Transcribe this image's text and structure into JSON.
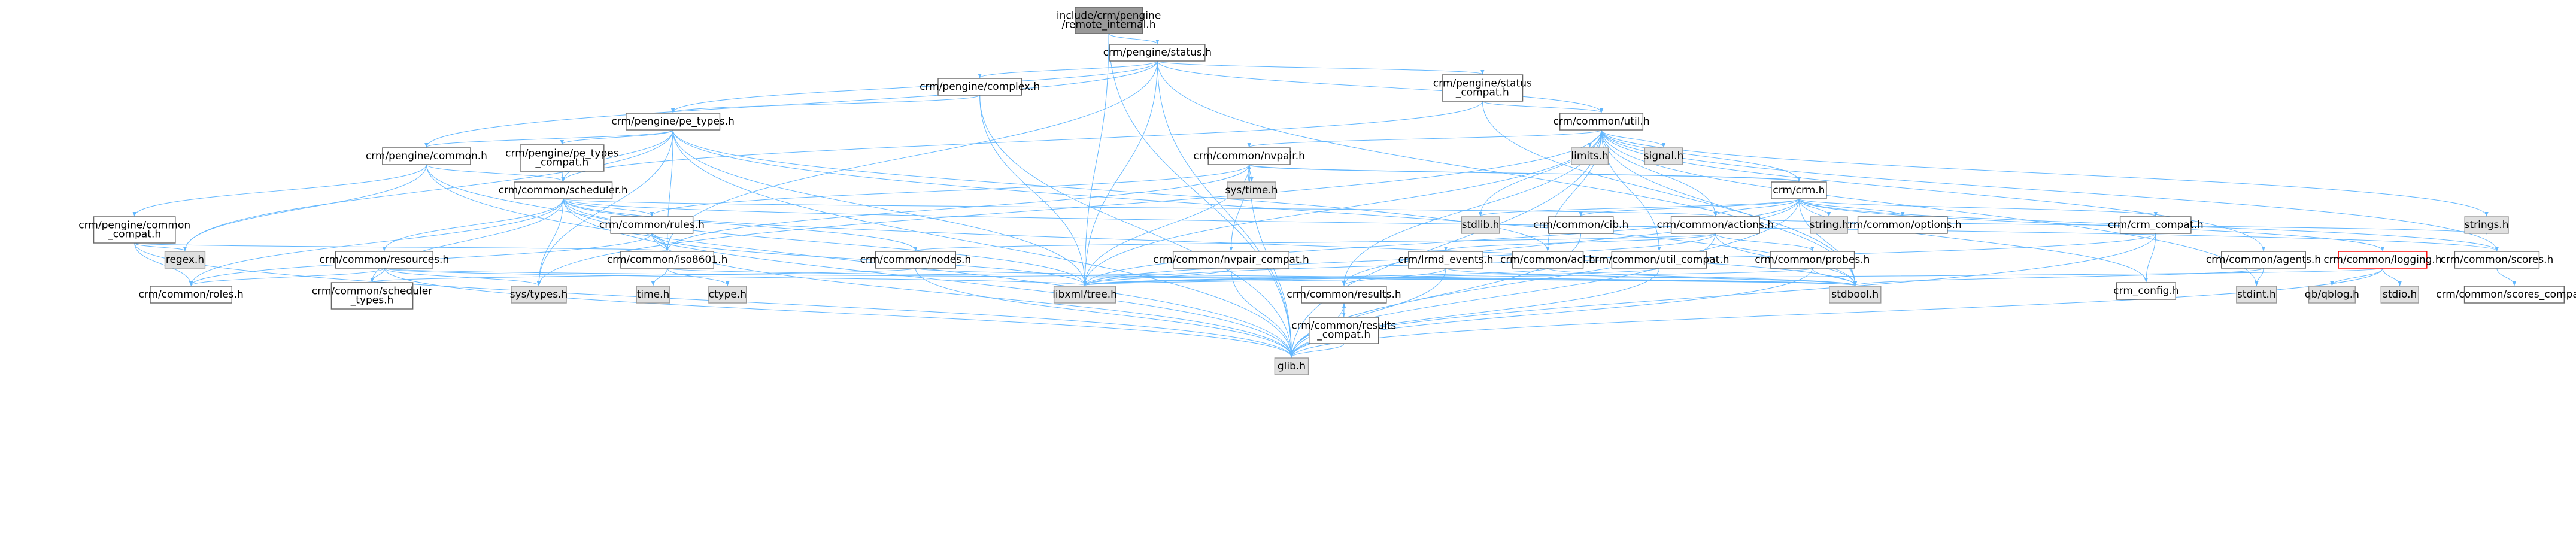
{
  "colors": {
    "edge": "#63b8ff",
    "border": "#666666",
    "root_fill": "#999999",
    "root_border": "#666666",
    "node_fill": "#ffffff",
    "external_fill": "#e0e0e0",
    "external_border": "#999999",
    "highlight_text": "#000000",
    "missing_border": "#ff0000"
  },
  "diagram": {
    "type": "include-dependency-graph",
    "nodes": [
      {
        "id": "root",
        "lines": [
          "include/crm/pengine",
          "/remote_internal.h"
        ],
        "kind": "root"
      },
      {
        "id": "status",
        "lines": [
          "crm/pengine/status.h"
        ],
        "kind": "file"
      },
      {
        "id": "complex",
        "lines": [
          "crm/pengine/complex.h"
        ],
        "kind": "file"
      },
      {
        "id": "status_compat",
        "lines": [
          "crm/pengine/status",
          "_compat.h"
        ],
        "kind": "file"
      },
      {
        "id": "pe_types",
        "lines": [
          "crm/pengine/pe_types.h"
        ],
        "kind": "file"
      },
      {
        "id": "util",
        "lines": [
          "crm/common/util.h"
        ],
        "kind": "file"
      },
      {
        "id": "pe_common",
        "lines": [
          "crm/pengine/common.h"
        ],
        "kind": "file"
      },
      {
        "id": "pe_types_compat",
        "lines": [
          "crm/pengine/pe_types",
          "_compat.h"
        ],
        "kind": "file"
      },
      {
        "id": "scheduler",
        "lines": [
          "crm/common/scheduler.h"
        ],
        "kind": "file"
      },
      {
        "id": "pe_common_compat",
        "lines": [
          "crm/pengine/common",
          "_compat.h"
        ],
        "kind": "file"
      },
      {
        "id": "nvpair",
        "lines": [
          "crm/common/nvpair.h"
        ],
        "kind": "file"
      },
      {
        "id": "crm",
        "lines": [
          "crm/crm.h"
        ],
        "kind": "file"
      },
      {
        "id": "rules",
        "lines": [
          "crm/common/rules.h"
        ],
        "kind": "file"
      },
      {
        "id": "actions",
        "lines": [
          "crm/common/actions.h"
        ],
        "kind": "file"
      },
      {
        "id": "cib",
        "lines": [
          "crm/common/cib.h"
        ],
        "kind": "file"
      },
      {
        "id": "options",
        "lines": [
          "crm/common/options.h"
        ],
        "kind": "file"
      },
      {
        "id": "crm_compat",
        "lines": [
          "crm/crm_compat.h"
        ],
        "kind": "file"
      },
      {
        "id": "resources",
        "lines": [
          "crm/common/resources.h"
        ],
        "kind": "file"
      },
      {
        "id": "iso8601",
        "lines": [
          "crm/common/iso8601.h"
        ],
        "kind": "file"
      },
      {
        "id": "nodes",
        "lines": [
          "crm/common/nodes.h"
        ],
        "kind": "file"
      },
      {
        "id": "nvpair_compat",
        "lines": [
          "crm/common/nvpair_compat.h"
        ],
        "kind": "file"
      },
      {
        "id": "lrmd_events",
        "lines": [
          "crm/lrmd_events.h"
        ],
        "kind": "file"
      },
      {
        "id": "acl",
        "lines": [
          "crm/common/acl.h"
        ],
        "kind": "file"
      },
      {
        "id": "util_compat",
        "lines": [
          "crm/common/util_compat.h"
        ],
        "kind": "file"
      },
      {
        "id": "probes",
        "lines": [
          "crm/common/probes.h"
        ],
        "kind": "file"
      },
      {
        "id": "agents",
        "lines": [
          "crm/common/agents.h"
        ],
        "kind": "file"
      },
      {
        "id": "logging",
        "lines": [
          "crm/common/logging.h"
        ],
        "kind": "missing"
      },
      {
        "id": "scores",
        "lines": [
          "crm/common/scores.h"
        ],
        "kind": "file"
      },
      {
        "id": "crm_config",
        "lines": [
          "crm_config.h"
        ],
        "kind": "file"
      },
      {
        "id": "roles",
        "lines": [
          "crm/common/roles.h"
        ],
        "kind": "file"
      },
      {
        "id": "scheduler_types",
        "lines": [
          "crm/common/scheduler",
          "_types.h"
        ],
        "kind": "file"
      },
      {
        "id": "results",
        "lines": [
          "crm/common/results.h"
        ],
        "kind": "file"
      },
      {
        "id": "results_compat",
        "lines": [
          "crm/common/results",
          "_compat.h"
        ],
        "kind": "file"
      },
      {
        "id": "scores_compat",
        "lines": [
          "crm/common/scores_compat.h"
        ],
        "kind": "file"
      },
      {
        "id": "glib",
        "lines": [
          "glib.h"
        ],
        "kind": "external"
      },
      {
        "id": "libxml",
        "lines": [
          "libxml/tree.h"
        ],
        "kind": "external"
      },
      {
        "id": "stdbool",
        "lines": [
          "stdbool.h"
        ],
        "kind": "external"
      },
      {
        "id": "systypes",
        "lines": [
          "sys/types.h"
        ],
        "kind": "external"
      },
      {
        "id": "regex",
        "lines": [
          "regex.h"
        ],
        "kind": "external"
      },
      {
        "id": "limits",
        "lines": [
          "limits.h"
        ],
        "kind": "external"
      },
      {
        "id": "signal",
        "lines": [
          "signal.h"
        ],
        "kind": "external"
      },
      {
        "id": "systime",
        "lines": [
          "sys/time.h"
        ],
        "kind": "external"
      },
      {
        "id": "stdlib",
        "lines": [
          "stdlib.h"
        ],
        "kind": "external"
      },
      {
        "id": "string",
        "lines": [
          "string.h"
        ],
        "kind": "external"
      },
      {
        "id": "strings",
        "lines": [
          "strings.h"
        ],
        "kind": "external"
      },
      {
        "id": "time",
        "lines": [
          "time.h"
        ],
        "kind": "external"
      },
      {
        "id": "ctype",
        "lines": [
          "ctype.h"
        ],
        "kind": "external"
      },
      {
        "id": "stdint",
        "lines": [
          "stdint.h"
        ],
        "kind": "external"
      },
      {
        "id": "qblog",
        "lines": [
          "qb/qblog.h"
        ],
        "kind": "external"
      },
      {
        "id": "stdio",
        "lines": [
          "stdio.h"
        ],
        "kind": "external"
      }
    ],
    "edges": [
      [
        "root",
        "status"
      ],
      [
        "root",
        "glib"
      ],
      [
        "root",
        "libxml"
      ],
      [
        "status",
        "glib"
      ],
      [
        "status",
        "libxml"
      ],
      [
        "status",
        "stdbool"
      ],
      [
        "status",
        "iso8601"
      ],
      [
        "status",
        "util"
      ],
      [
        "status",
        "pe_common"
      ],
      [
        "status",
        "pe_types"
      ],
      [
        "status",
        "complex"
      ],
      [
        "status",
        "status_compat"
      ],
      [
        "complex",
        "glib"
      ],
      [
        "complex",
        "libxml"
      ],
      [
        "complex",
        "pe_types"
      ],
      [
        "status_compat",
        "util"
      ],
      [
        "status_compat",
        "stdbool"
      ],
      [
        "status_compat",
        "scheduler"
      ],
      [
        "pe_types",
        "stdbool"
      ],
      [
        "pe_types",
        "systypes"
      ],
      [
        "pe_types",
        "glib"
      ],
      [
        "pe_types",
        "regex"
      ],
      [
        "pe_types",
        "libxml"
      ],
      [
        "pe_types",
        "iso8601"
      ],
      [
        "pe_types",
        "pe_common"
      ],
      [
        "pe_types",
        "pe_types_compat"
      ],
      [
        "pe_types",
        "scheduler"
      ],
      [
        "pe_types",
        "acl"
      ],
      [
        "util",
        "systypes"
      ],
      [
        "util",
        "stdlib"
      ],
      [
        "util",
        "stdbool"
      ],
      [
        "util",
        "stdint"
      ],
      [
        "util",
        "limits"
      ],
      [
        "util",
        "signal"
      ],
      [
        "util",
        "glib"
      ],
      [
        "util",
        "libxml"
      ],
      [
        "util",
        "nvpair"
      ],
      [
        "util",
        "crm"
      ],
      [
        "util",
        "actions"
      ],
      [
        "util",
        "agents"
      ],
      [
        "util",
        "acl"
      ],
      [
        "util",
        "results"
      ],
      [
        "util",
        "scores"
      ],
      [
        "util",
        "strings"
      ],
      [
        "util",
        "util_compat"
      ],
      [
        "pe_common",
        "glib"
      ],
      [
        "pe_common",
        "regex"
      ],
      [
        "pe_common",
        "iso8601"
      ],
      [
        "pe_common",
        "scheduler"
      ],
      [
        "pe_common",
        "pe_common_compat"
      ],
      [
        "pe_types_compat",
        "scheduler"
      ],
      [
        "scheduler",
        "glib"
      ],
      [
        "scheduler",
        "stdbool"
      ],
      [
        "scheduler",
        "systypes"
      ],
      [
        "scheduler",
        "libxml"
      ],
      [
        "scheduler",
        "actions"
      ],
      [
        "scheduler",
        "iso8601"
      ],
      [
        "scheduler",
        "nodes"
      ],
      [
        "scheduler",
        "resources"
      ],
      [
        "scheduler",
        "roles"
      ],
      [
        "scheduler",
        "rules"
      ],
      [
        "scheduler",
        "scheduler_types"
      ],
      [
        "scheduler",
        "scores"
      ],
      [
        "pe_common_compat",
        "glib"
      ],
      [
        "pe_common_compat",
        "regex"
      ],
      [
        "pe_common_compat",
        "roles"
      ],
      [
        "pe_common_compat",
        "iso8601"
      ],
      [
        "nvpair",
        "systime"
      ],
      [
        "nvpair",
        "glib"
      ],
      [
        "nvpair",
        "libxml"
      ],
      [
        "nvpair",
        "crm"
      ],
      [
        "nvpair",
        "iso8601"
      ],
      [
        "nvpair",
        "rules"
      ],
      [
        "nvpair",
        "nvpair_compat"
      ],
      [
        "crm",
        "crm_config"
      ],
      [
        "crm",
        "stdlib"
      ],
      [
        "crm",
        "stdbool"
      ],
      [
        "crm",
        "string"
      ],
      [
        "crm",
        "glib"
      ],
      [
        "crm",
        "libxml"
      ],
      [
        "crm",
        "options"
      ],
      [
        "crm",
        "logging"
      ],
      [
        "crm",
        "results"
      ],
      [
        "crm",
        "actions"
      ],
      [
        "crm",
        "cib"
      ],
      [
        "crm",
        "nvpair"
      ],
      [
        "crm",
        "crm_compat"
      ],
      [
        "crm",
        "scores"
      ],
      [
        "rules",
        "glib"
      ],
      [
        "rules",
        "libxml"
      ],
      [
        "rules",
        "iso8601"
      ],
      [
        "rules",
        "roles"
      ],
      [
        "actions",
        "stdbool"
      ],
      [
        "actions",
        "strings"
      ],
      [
        "actions",
        "glib"
      ],
      [
        "actions",
        "libxml"
      ],
      [
        "actions",
        "lrmd_events"
      ],
      [
        "actions",
        "nodes"
      ],
      [
        "actions",
        "probes"
      ],
      [
        "cib",
        "glib"
      ],
      [
        "crm_compat",
        "glib"
      ],
      [
        "crm_compat",
        "libxml"
      ],
      [
        "crm_compat",
        "crm_config"
      ],
      [
        "resources",
        "stdbool"
      ],
      [
        "resources",
        "systypes"
      ],
      [
        "resources",
        "glib"
      ],
      [
        "resources",
        "libxml"
      ],
      [
        "resources",
        "roles"
      ],
      [
        "resources",
        "scheduler_types"
      ],
      [
        "iso8601",
        "time"
      ],
      [
        "iso8601",
        "ctype"
      ],
      [
        "iso8601",
        "stdbool"
      ],
      [
        "nodes",
        "stdbool"
      ],
      [
        "nodes",
        "glib"
      ],
      [
        "nodes",
        "scheduler_types"
      ],
      [
        "nvpair_compat",
        "glib"
      ],
      [
        "nvpair_compat",
        "libxml"
      ],
      [
        "lrmd_events",
        "stdbool"
      ],
      [
        "lrmd_events",
        "glib"
      ],
      [
        "lrmd_events",
        "results"
      ],
      [
        "acl",
        "libxml"
      ],
      [
        "acl",
        "stdbool"
      ],
      [
        "util_compat",
        "glib"
      ],
      [
        "util_compat",
        "libxml"
      ],
      [
        "probes",
        "stdbool"
      ],
      [
        "probes",
        "glib"
      ],
      [
        "probes",
        "libxml"
      ],
      [
        "agents",
        "stdint"
      ],
      [
        "agents",
        "stdbool"
      ],
      [
        "logging",
        "stdio"
      ],
      [
        "logging",
        "glib"
      ],
      [
        "logging",
        "qblog"
      ],
      [
        "logging",
        "libxml"
      ],
      [
        "scores",
        "scores_compat"
      ],
      [
        "results",
        "glib"
      ],
      [
        "results",
        "results_compat"
      ],
      [
        "results_compat",
        "glib"
      ],
      [
        "results_compat",
        "results"
      ]
    ]
  }
}
